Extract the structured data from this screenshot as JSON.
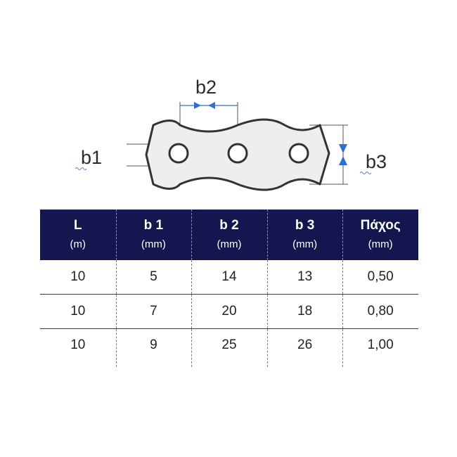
{
  "diagram": {
    "labels": {
      "b1": "b1",
      "b2": "b2",
      "b3": "b3"
    },
    "colors": {
      "strip": "#333333",
      "arrow": "#2f6fcf",
      "guide": "#555555"
    }
  },
  "table": {
    "header_bg": "#14164f",
    "columns": [
      {
        "name": "L",
        "unit": "(m)"
      },
      {
        "name": "b 1",
        "unit": "(mm)"
      },
      {
        "name": "b 2",
        "unit": "(mm)"
      },
      {
        "name": "b 3",
        "unit": "(mm)"
      },
      {
        "name": "Πάχος",
        "unit": "(mm)"
      }
    ],
    "rows": [
      [
        "10",
        "5",
        "14",
        "13",
        "0,50"
      ],
      [
        "10",
        "7",
        "20",
        "18",
        "0,80"
      ],
      [
        "10",
        "9",
        "25",
        "26",
        "1,00"
      ]
    ]
  }
}
